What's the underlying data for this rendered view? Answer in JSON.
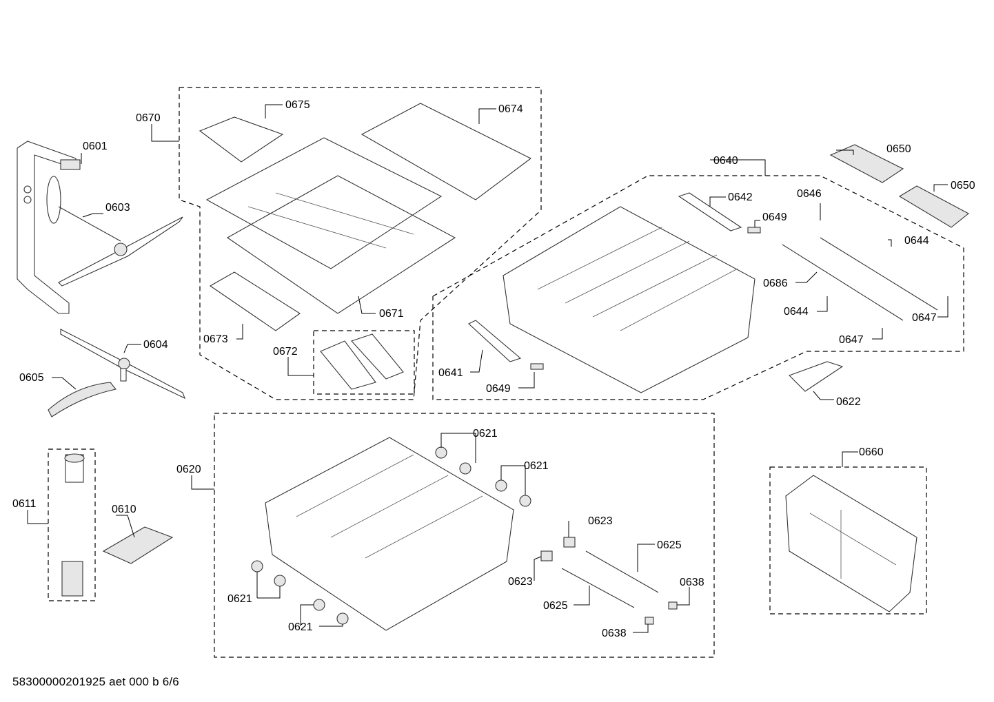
{
  "footer": "58300000201925 aet 000 b 6/6",
  "labels": {
    "p0601": "0601",
    "p0603": "0603",
    "p0604": "0604",
    "p0605": "0605",
    "p0611": "0611",
    "p0610": "0610",
    "p0670": "0670",
    "p0675": "0675",
    "p0674": "0674",
    "p0671": "0671",
    "p0673": "0673",
    "p0672": "0672",
    "p0640": "0640",
    "p0642": "0642",
    "p0649a": "0649",
    "p0649b": "0649",
    "p0641": "0641",
    "p0650a": "0650",
    "p0650b": "0650",
    "p0646": "0646",
    "p0644a": "0644",
    "p0644b": "0644",
    "p0686": "0686",
    "p0647a": "0647",
    "p0647b": "0647",
    "p0622": "0622",
    "p0620": "0620",
    "p0621a": "0621",
    "p0621b": "0621",
    "p0621c": "0621",
    "p0621d": "0621",
    "p0623a": "0623",
    "p0623b": "0623",
    "p0625a": "0625",
    "p0625b": "0625",
    "p0638a": "0638",
    "p0638b": "0638",
    "p0660": "0660"
  }
}
